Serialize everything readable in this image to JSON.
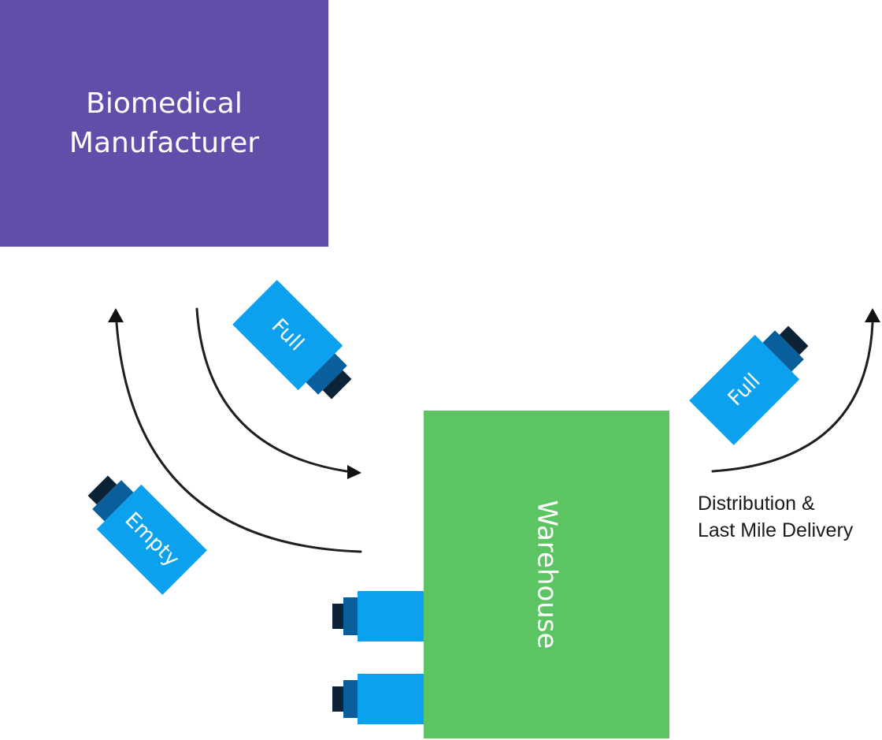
{
  "manufacturer": {
    "line1": "Biomedical",
    "line2": "Manufacturer",
    "color": "#624ea9"
  },
  "warehouse": {
    "label": "Warehouse",
    "color": "#5cc462"
  },
  "containers": {
    "full_to_warehouse": "Full",
    "full_to_delivery": "Full",
    "empty_return": "Empty",
    "color": "#0ba1ee"
  },
  "distribution": {
    "line1": "Distribution &",
    "line2": "Last Mile Delivery"
  }
}
